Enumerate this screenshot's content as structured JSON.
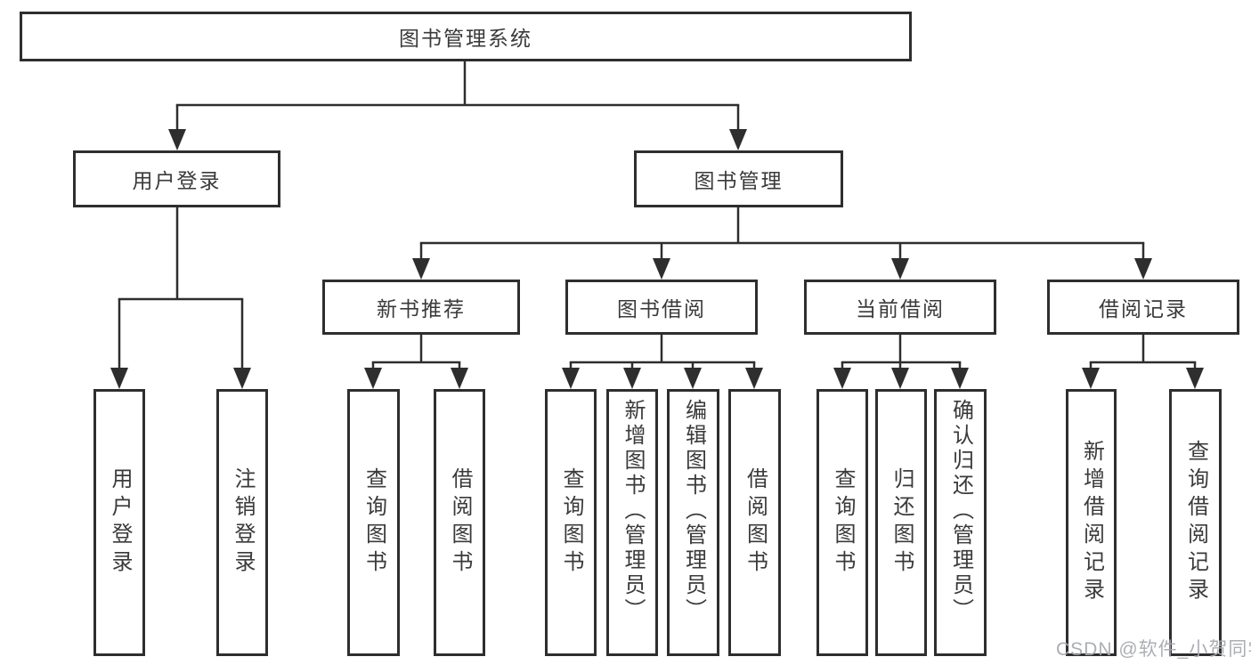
{
  "tree": {
    "root": "图书管理系统",
    "level2": [
      "用户登录",
      "图书管理"
    ],
    "level3": [
      "新书推荐",
      "图书借阅",
      "当前借阅",
      "借阅记录"
    ],
    "leaves_user_login": [
      "用户登录",
      "注销登录"
    ],
    "leaves_new_book": [
      "查询图书",
      "借阅图书"
    ],
    "leaves_book_borrow": [
      "查询图书",
      "新增图书（管理员）",
      "编辑图书（管理员）",
      "借阅图书"
    ],
    "leaves_current_borrow": [
      "查询图书",
      "归还图书",
      "确认归还（管理员）"
    ],
    "leaves_records": [
      "新增借阅记录",
      "查询借阅记录"
    ]
  },
  "watermark": "CSDN @软件_小贺同学",
  "colors": {
    "line": "#2e2e2e",
    "text": "#3a3a3a",
    "background": "#ffffff",
    "watermark": "#a8aaaf"
  }
}
